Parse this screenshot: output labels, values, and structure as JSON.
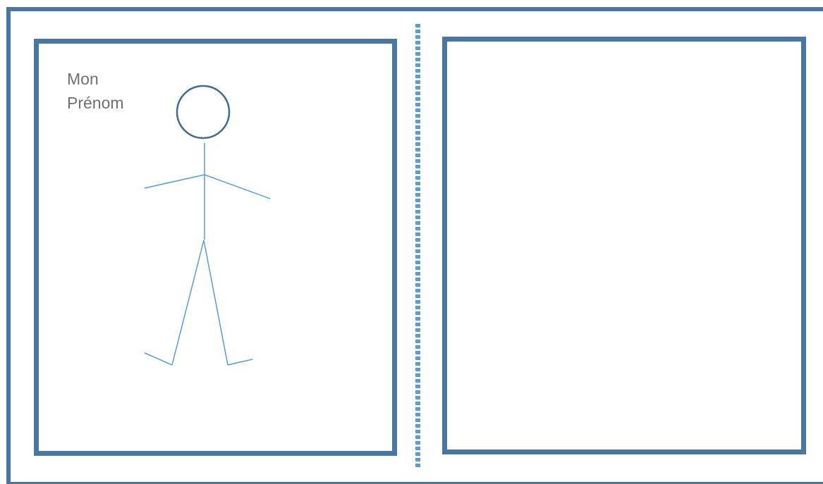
{
  "label": {
    "line1": "Mon",
    "line2": "Prénom"
  },
  "colors": {
    "frame": "#4a76a2",
    "divider": "#5b9bd5",
    "figure_head": "#3f6a96",
    "figure_body": "#5b9bd5",
    "text": "#707070"
  },
  "icons": {
    "figure": "stick-figure"
  }
}
